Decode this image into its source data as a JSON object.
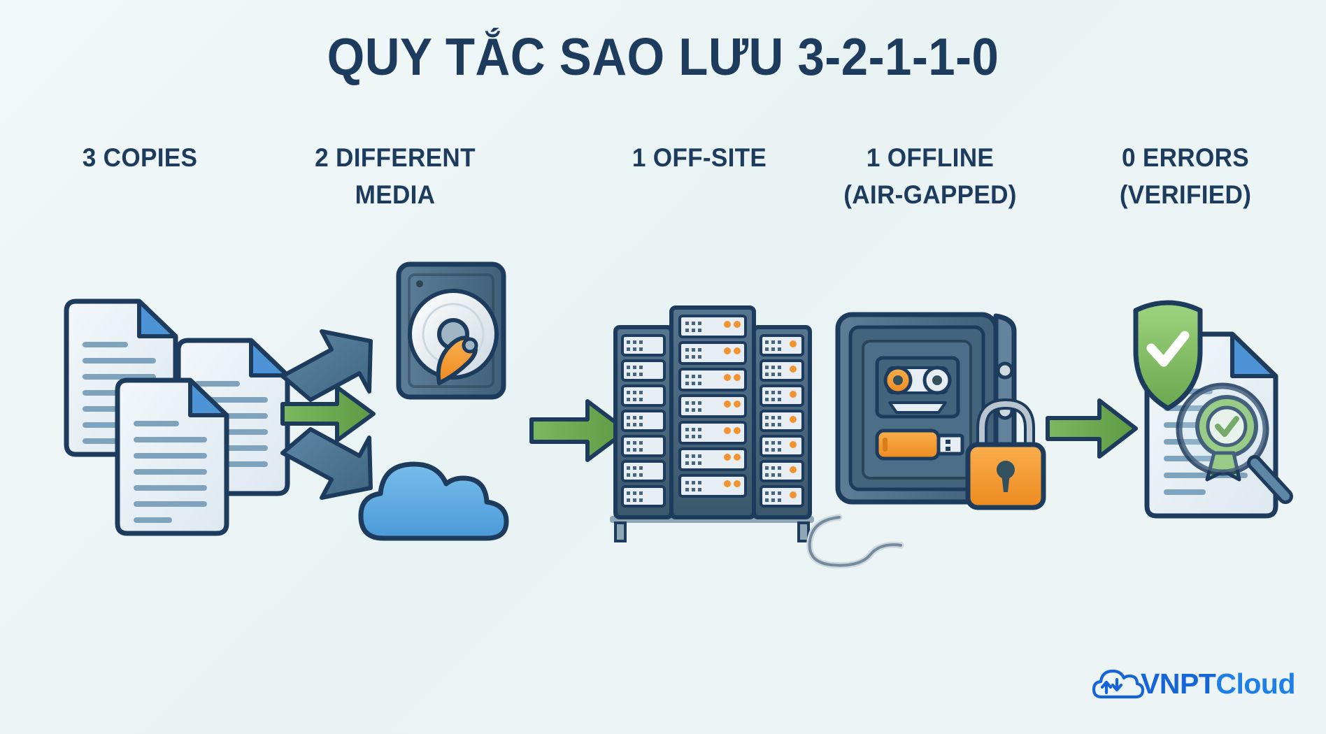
{
  "page": {
    "title": "QUY TẮC SAO LƯU 3-2-1-1-0",
    "background_color": "#eef5f6",
    "heading_color": "#1d3b5c"
  },
  "columns": [
    {
      "id": "copies",
      "line1": "3 COPIES",
      "line2": "",
      "icon": "three-documents-icon"
    },
    {
      "id": "different-media",
      "line1": "2 DIFFERENT",
      "line2": "MEDIA",
      "icon": "hard-drive-and-cloud-icon"
    },
    {
      "id": "off-site",
      "line1": "1 OFF-SITE",
      "line2": "",
      "icon": "server-rack-icon"
    },
    {
      "id": "offline",
      "line1": "1 OFFLINE",
      "line2": "(AIR-GAPPED)",
      "icon": "safe-vault-icon"
    },
    {
      "id": "errors",
      "line1": "0 ERRORS",
      "line2": "(VERIFIED)",
      "icon": "verified-document-icon"
    }
  ],
  "arrows": [
    {
      "id": "docs-to-hdd",
      "direction": "up-right",
      "color": "#4a7b9d"
    },
    {
      "id": "docs-to-media",
      "direction": "right",
      "color": "#6aa84f"
    },
    {
      "id": "docs-to-cloud",
      "direction": "down-right",
      "color": "#4a7b9d"
    },
    {
      "id": "media-to-server",
      "direction": "right",
      "color": "#6aa84f"
    },
    {
      "id": "safe-to-verify",
      "direction": "right",
      "color": "#6aa84f"
    }
  ],
  "brand": {
    "name_part1": "VNPT",
    "name_part2": "Cloud",
    "icon": "cloud-sync-icon",
    "color_primary": "#1565d8",
    "color_secondary": "#1e7fe8"
  },
  "palette": {
    "doc_fill": "#e8eef2",
    "doc_stroke": "#1d3b5c",
    "doc_line": "#7fa3bd",
    "fold_blue": "#4d94d6",
    "steel": "#46647d",
    "steel_dark": "#33505f",
    "green": "#6aa84f",
    "orange": "#f2932f",
    "cloud_blue": "#5ba9e0"
  }
}
